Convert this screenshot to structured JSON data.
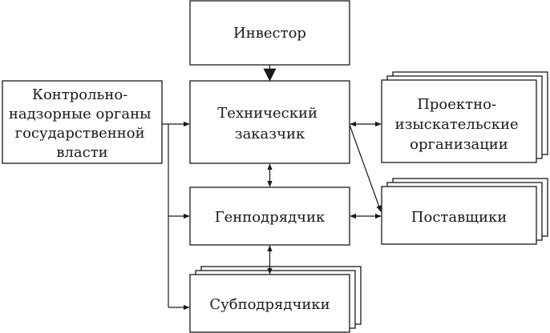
{
  "nodes": {
    "investor": {
      "lines": [
        "Инвестор"
      ]
    },
    "tech_customer": {
      "lines": [
        "Технический",
        "заказчик"
      ]
    },
    "general_contractor": {
      "lines": [
        "Генподрядчик"
      ]
    },
    "subcontractors": {
      "lines": [
        "Субподрядчики"
      ]
    },
    "authorities": {
      "lines": [
        "Контрольно-",
        "надзорные органы",
        "государственной",
        "власти"
      ]
    },
    "design_orgs": {
      "lines": [
        "Проектно-",
        "изыскательские",
        "организации"
      ]
    },
    "suppliers": {
      "lines": [
        "Поставщики"
      ]
    }
  },
  "colors": {
    "stroke": "#1a1a1a",
    "background": "#ffffff"
  }
}
